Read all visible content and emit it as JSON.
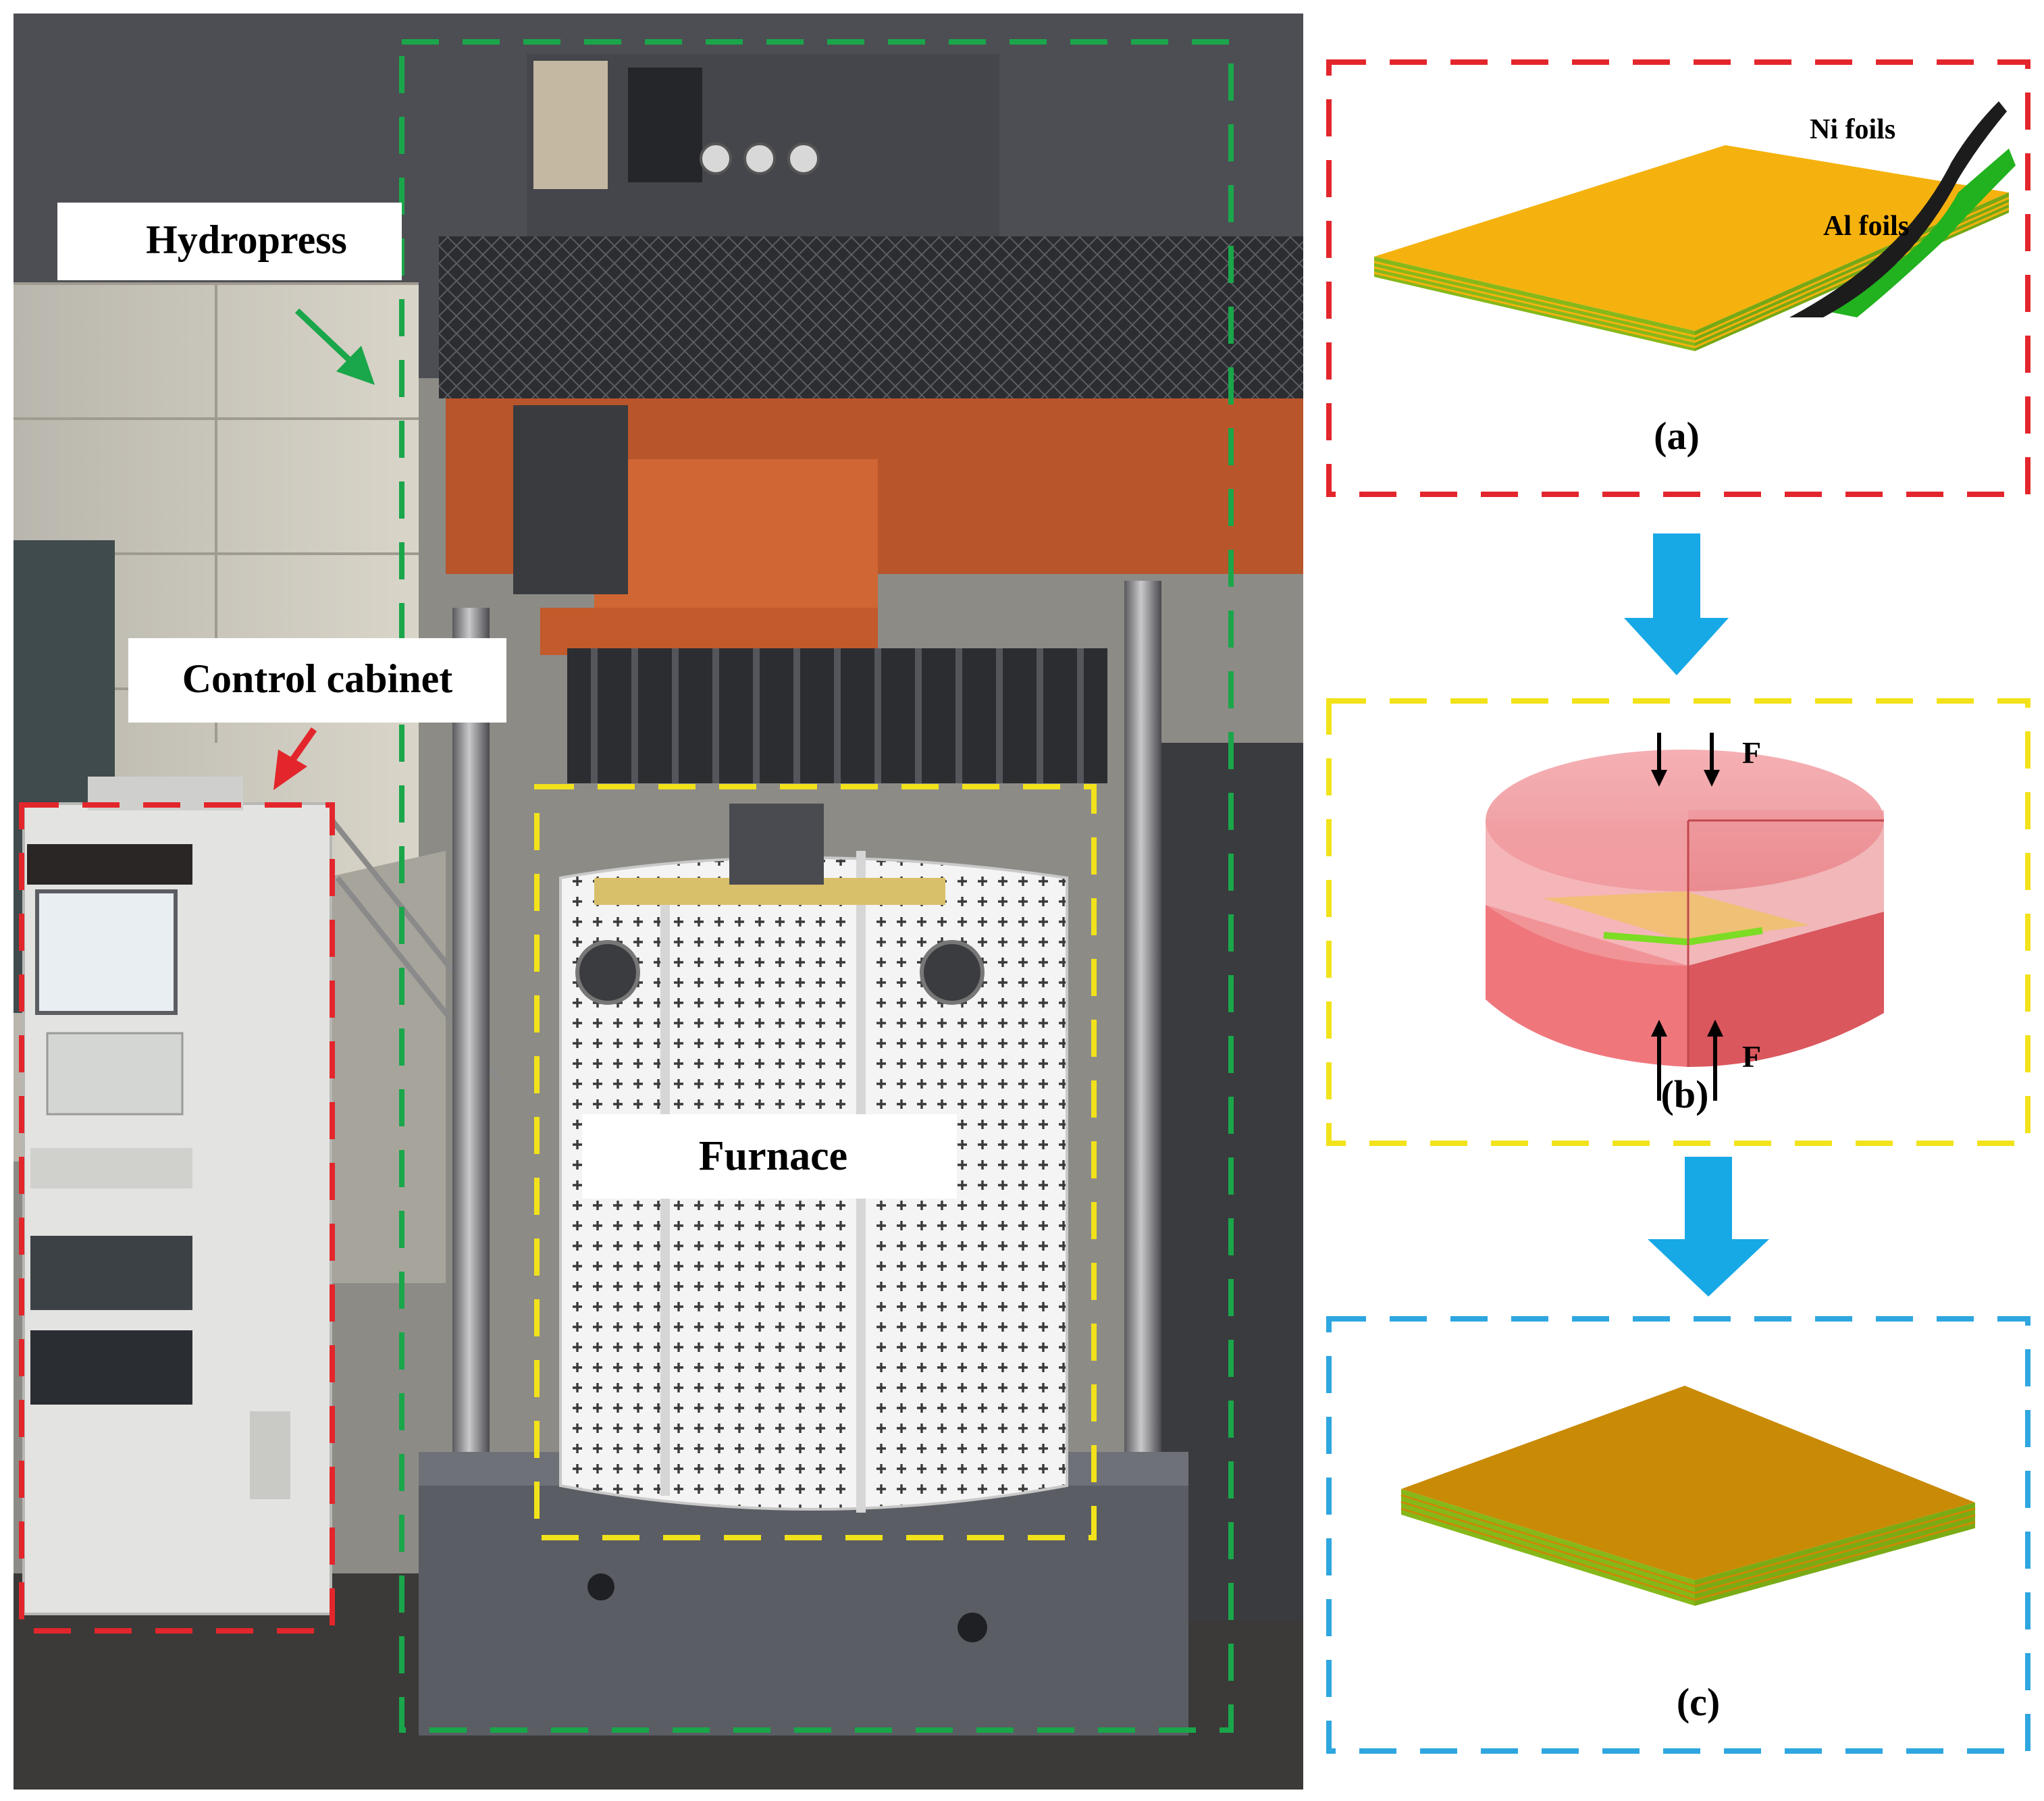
{
  "photo": {
    "labels": {
      "hydropress": "Hydropress",
      "control_cabinet": "Control cabinet",
      "furnace": "Furnace"
    }
  },
  "panel_a": {
    "caption": "(a)",
    "ni_label": "Ni foils",
    "al_label": "Al foils"
  },
  "panel_b": {
    "caption": "(b)",
    "force_top": "F",
    "force_bottom": "F"
  },
  "panel_c": {
    "caption": "(c)"
  },
  "colors": {
    "hydropress_box": "#1aa64a",
    "control_box": "#e3262c",
    "furnace_box": "#f2e21a",
    "panel_a_box": "#e3262c",
    "panel_b_box": "#f2e21a",
    "panel_c_box": "#2ea6e0",
    "flow_arrow": "#17a8e6",
    "ni_foil": "#f5b20e",
    "al_foil": "#22b21f",
    "bonded_plate": "#c98a05",
    "die": "#ef6f73"
  },
  "icons": [
    "green-arrow-icon",
    "red-arrow-icon",
    "down-arrow-icon",
    "force-arrow-icon"
  ]
}
